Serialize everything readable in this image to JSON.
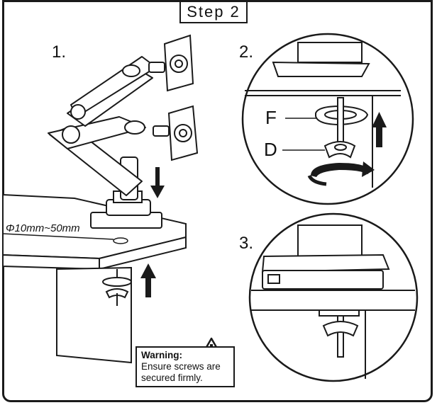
{
  "header": {
    "step_label": "Step 2"
  },
  "steps": {
    "one": "1.",
    "two": "2.",
    "three": "3."
  },
  "callouts": {
    "part_f": "F",
    "part_d": "D"
  },
  "dimension": {
    "hole_range": "Φ10mm~50mm"
  },
  "warning": {
    "title": "Warning:",
    "line1": "Ensure screws are",
    "line2": "secured firmly."
  },
  "icons": [
    "warning-triangle-icon",
    "arrow-down-icon",
    "arrow-up-icon",
    "rotate-arrow-icon"
  ]
}
